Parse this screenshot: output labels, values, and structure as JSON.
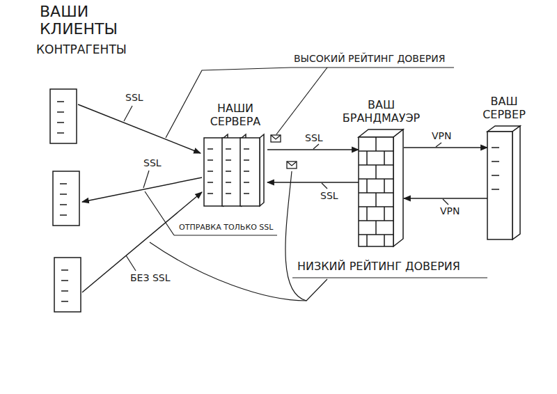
{
  "diagram": {
    "nodes": [
      {
        "text": [
          "НАШИ СЕРВЕРА"
        ]
      },
      {
        "text": [
          "ВАШ БРАНДМАУЭР"
        ]
      },
      {
        "text": [
          "ВАШ СЕРВЕР"
        ]
      }
    ],
    "edges": [
      {
        "from": 0,
        "to": 1,
        "label": "SSL",
        "arrow": "to"
      },
      {
        "from": 1,
        "to": 0,
        "label": "SSL",
        "arrow": "to"
      },
      {
        "from": 1,
        "to": 2,
        "label": "VPN",
        "arrow": "to"
      },
      {
        "from": 2,
        "to": 1,
        "label": "VPN",
        "arrow": "to"
      }
    ],
    "labels": [
      "ВАШИ КЛИЕНТЫ",
      "КОНТРАГЕНТЫ",
      "ВЫСОКИЙ РЕЙТИНГ ДОВЕРИЯ",
      "SSL",
      "SSL",
      "ОТПРАВКА ТОЛЬКО SSL",
      "БЕЗ SSL",
      "НИЗКИЙ РЕЙТИНГ ДОВЕРИЯ"
    ]
  }
}
